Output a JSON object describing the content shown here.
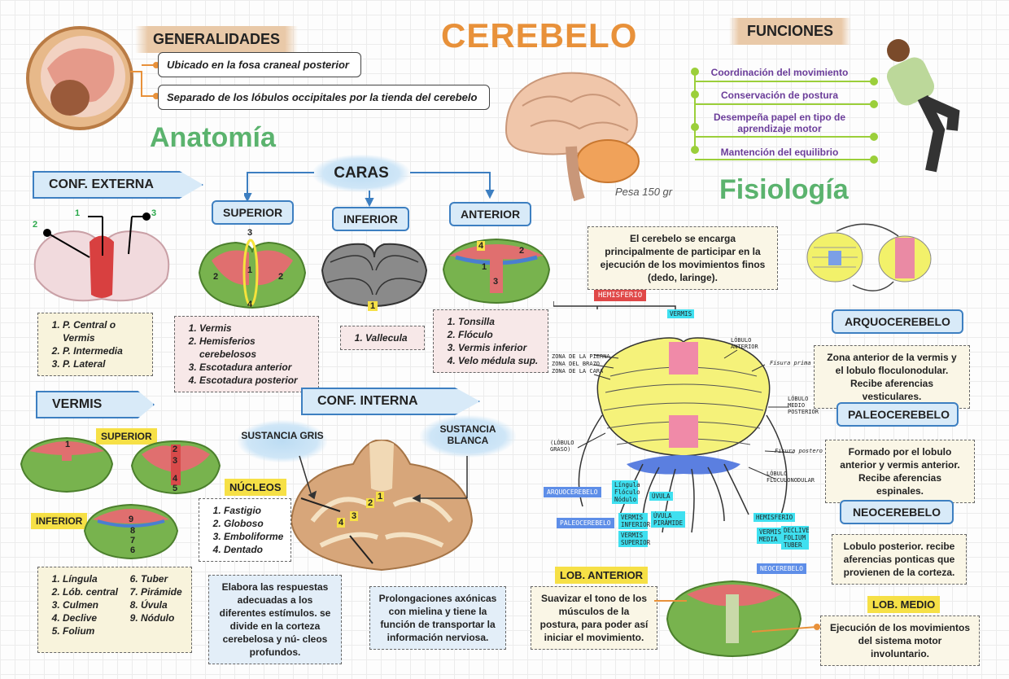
{
  "title": "CEREBELO",
  "generalidades": {
    "heading": "GENERALIDADES",
    "items": [
      "Ubicado en la fosa craneal posterior",
      "Separado de los lóbulos occipitales por la tienda del cerebelo"
    ]
  },
  "peso": "Pesa 150 gr",
  "funciones": {
    "heading": "FUNCIONES",
    "items": [
      "Coordinación del movimiento",
      "Conservación de postura",
      "Desempeña papel en tipo de aprendizaje motor",
      "Mantención del equilibrio"
    ]
  },
  "anatomia": "Anatomía",
  "fisiologia": "Fisiología",
  "conf_externa": {
    "heading": "CONF. EXTERNA",
    "markers": [
      "1",
      "2",
      "3"
    ],
    "list": [
      "P. Central o Vermis",
      "P. Intermedia",
      "P. Lateral"
    ]
  },
  "caras": {
    "heading": "CARAS",
    "superior": {
      "label": "SUPERIOR",
      "markers": [
        "3",
        "1",
        "2",
        "2",
        "4"
      ],
      "list": [
        "Vermis",
        "Hemisferios cerebelosos",
        "Escotadura anterior",
        "Escotadura posterior"
      ]
    },
    "inferior": {
      "label": "INFERIOR",
      "markers": [
        "1"
      ],
      "list": [
        "Vallecula"
      ]
    },
    "anterior": {
      "label": "ANTERIOR",
      "markers": [
        "4",
        "2",
        "1",
        "3"
      ],
      "list": [
        "Tonsilla",
        "Flóculo",
        "Vermis inferior",
        "Velo médula sup."
      ]
    }
  },
  "vermis": {
    "heading": "VERMIS",
    "superior_label": "SUPERIOR",
    "inferior_label": "INFERIOR",
    "sup_markers": [
      "1",
      "2",
      "3",
      "4",
      "5"
    ],
    "inf_markers": [
      "9",
      "8",
      "7",
      "6"
    ],
    "list_left": [
      "Língula",
      "Lób. central",
      "Culmen",
      "Declive",
      "Folium"
    ],
    "list_right": [
      "Tuber",
      "Pirámide",
      "Úvula",
      "Nódulo"
    ]
  },
  "conf_interna": {
    "heading": "CONF. INTERNA",
    "sustancia_gris": "SUSTANCIA GRIS",
    "sustancia_blanca": "SUSTANCIA BLANCA",
    "nucleos_label": "NÚCLEOS",
    "nucleos": [
      "Fastigio",
      "Globoso",
      "Emboliforme",
      "Dentado"
    ],
    "markers": [
      "1",
      "2",
      "3",
      "4"
    ],
    "gris_desc": "Elabora las respuestas adecuadas a los diferentes estímulos. se divide en la corteza cerebelosa y nú- cleos profundos.",
    "blanca_desc": "Prolongaciones axónicas con mielina y tiene la función de transportar la información nerviosa."
  },
  "fisio_desc": "El cerebelo se encarga principalmente de participar en la ejecución de los movimientos finos (dedo, laringe).",
  "diagram": {
    "hemisferio": "HEMISFERIO",
    "vermis": "VERMIS",
    "zonas": [
      "ZONA DE LA PIERNA",
      "ZONA DEL BRAZO",
      "ZONA DE LA CARA"
    ],
    "lobulo_anterior": "LÓBULO ANTERIOR",
    "fisura_prima": "Fisura prima",
    "lobulo_medio": "LÓBULO MEDIO POSTERIOR",
    "lobulo_graso": "(LÓBULO GRASO)",
    "fisura_postero": "Fisura postero",
    "lobulo_flocular": "LÓBULO FLOCULONODULAR",
    "arquocerebelo": "ARQUOCEREBELO",
    "paleocerebelo": "PALEOCEREBELO",
    "neocerebelo": "NEOCEREBELO",
    "lingula": "Língula Flóculo Nódulo",
    "uvula1": "ÚVULA",
    "vermis_inf": "VERMIS INFERIOR",
    "vermis_sup": "VERMIS SUPERIOR",
    "uvula_piramide": "ÚVULA PIRÁMIDE",
    "hemisferio2": "HEMISFERIO",
    "vermis_media": "VERMIS MEDIA",
    "declive": "DECLIVE FOLIUM TUBER"
  },
  "arquo": {
    "label": "ARQUOCEREBELO",
    "desc": "Zona anterior de la vermis y el lobulo floculonodular. Recibe aferencias vesticulares."
  },
  "paleo": {
    "label": "PALEOCEREBELO",
    "desc": "Formado por el lobulo anterior y vermis anterior. Recibe aferencias espinales."
  },
  "neo": {
    "label": "NEOCEREBELO",
    "desc": "Lobulo posterior. recibe aferencias ponticas que provienen de la corteza."
  },
  "lob_anterior": {
    "label": "LOB. ANTERIOR",
    "desc": "Suavizar el tono de los músculos de la postura, para poder así iniciar el movimiento."
  },
  "lob_medio": {
    "label": "LOB. MEDIO",
    "desc": "Ejecución de los movimientos del sistema motor involuntario."
  },
  "colors": {
    "title": "#e8913a",
    "green": "#5bb36e",
    "blue": "#3d7fc1",
    "purple": "#6b3d9a"
  }
}
